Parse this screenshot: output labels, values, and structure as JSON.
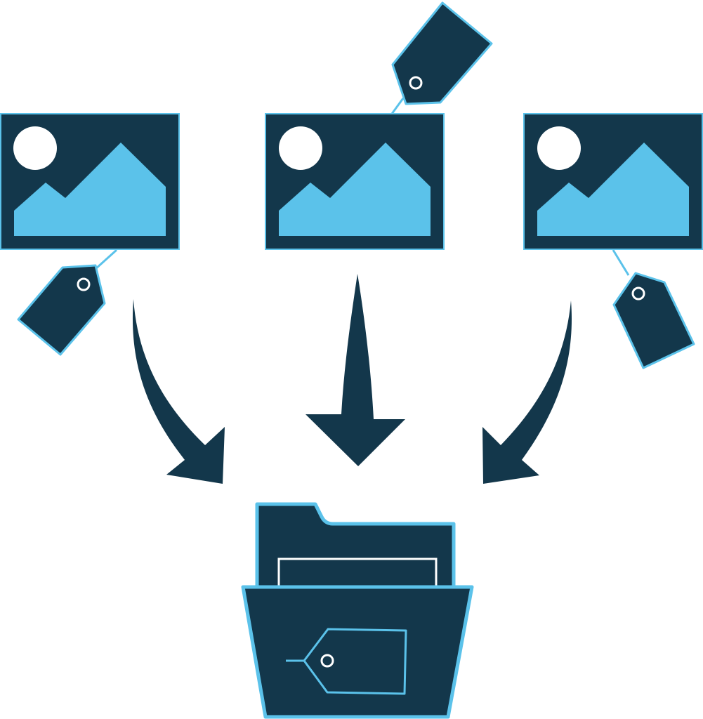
{
  "colors": {
    "navy": "#13374b",
    "accent": "#5bc2ea",
    "white": "#ffffff"
  },
  "diagram": {
    "images": [
      {
        "name": "left-image",
        "tag_side": "bottom-left"
      },
      {
        "name": "center-image",
        "tag_side": "top-right"
      },
      {
        "name": "right-image",
        "tag_side": "bottom-right"
      }
    ],
    "arrows": [
      "left-curved-arrow",
      "center-straight-arrow",
      "right-curved-arrow"
    ],
    "target": "open-folder-with-tag"
  }
}
